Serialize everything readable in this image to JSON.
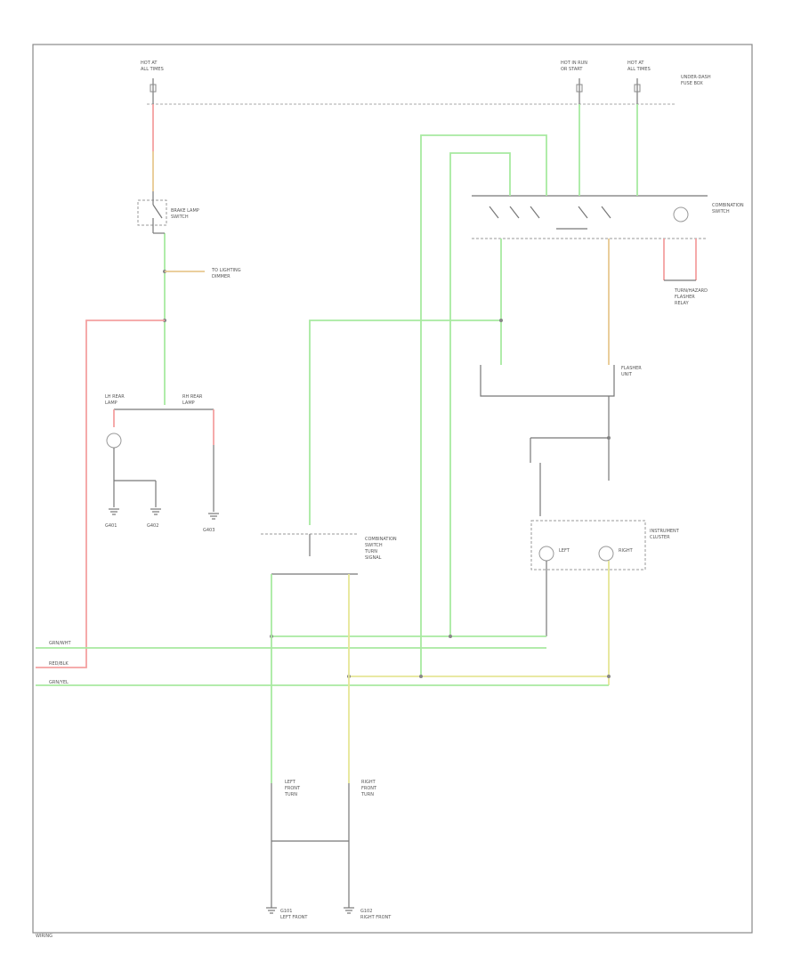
{
  "diagram": {
    "colors": {
      "green": "#a8eaa0",
      "red": "#f4a0a0",
      "yellow": "#e6e696",
      "orange": "#e8c890",
      "black": "#777777"
    },
    "labels": {
      "fuse_a1": "HOT AT",
      "fuse_a2": "ALL TIMES",
      "fuse_b1": "HOT IN RUN",
      "fuse_b2": "OR START",
      "fuse_c1": "HOT AT",
      "fuse_c2": "ALL TIMES",
      "fuse_box1": "UNDER-DASH",
      "fuse_box2": "FUSE BOX",
      "brake_sw1": "BRAKE LAMP",
      "brake_sw2": "SWITCH",
      "dimmer1": "TO LIGHTING",
      "dimmer2": "DIMMER",
      "left_lamp1": "LH REAR",
      "left_lamp2": "LAMP",
      "right_lamp1": "RH REAR",
      "right_lamp2": "LAMP",
      "ground1": "G401",
      "ground2": "G402",
      "ground3": "G403",
      "combo1": "COMBINATION",
      "combo2": "SWITCH",
      "combo3": "TURN",
      "combo4": "SIGNAL",
      "hazard1": "TURN/HAZARD",
      "hazard2": "FLASHER",
      "hazard3": "RELAY",
      "flasher1": "FLASHER",
      "flasher2": "UNIT",
      "gauge1": "INSTRUMENT",
      "gauge2": "CLUSTER",
      "ind_l": "LEFT",
      "ind_r": "RIGHT",
      "front_l1": "LEFT",
      "front_l2": "FRONT",
      "front_l3": "TURN",
      "front_r1": "RIGHT",
      "front_r2": "FRONT",
      "front_r3": "TURN",
      "g_left1": "G101",
      "g_left2": "LEFT FRONT",
      "g_right1": "G102",
      "g_right2": "RIGHT FRONT",
      "wire_gn": "GRN/WHT",
      "wire_rd": "RED/BLK",
      "wire_yl": "GRN/YEL",
      "footer": "WIRING"
    }
  }
}
